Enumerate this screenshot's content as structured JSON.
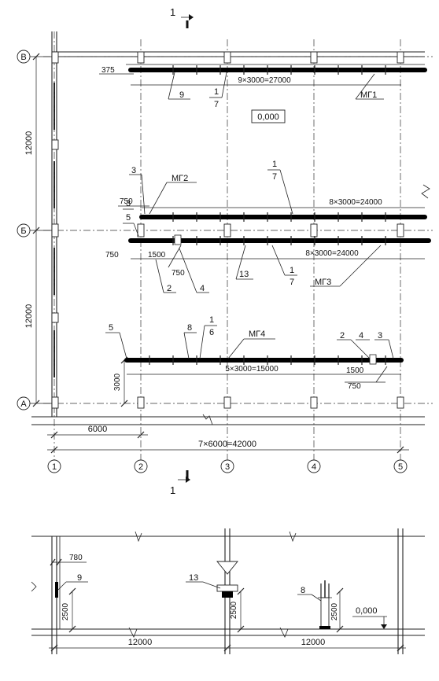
{
  "plan": {
    "grid_rows": [
      "В",
      "Б",
      "А"
    ],
    "grid_cols": [
      "1",
      "2",
      "3",
      "4",
      "5"
    ],
    "level_mark": "0,000",
    "section_mark": "1",
    "dims": {
      "top_offset": "375",
      "mg1_span": "9×3000=27000",
      "mg2_span": "8×3000=24000",
      "mg3_span": "8×3000=24000",
      "mg4_span": "5×3000=15000",
      "vert_upper": "12000",
      "vert_lower": "12000",
      "vert_3000": "3000",
      "col_6000": "6000",
      "total": "7×6000=42000",
      "d750_a": "750",
      "d750_b": "750",
      "d750_c": "750",
      "d750_d": "750",
      "d1500_a": "1500",
      "d1500_b": "1500"
    },
    "pipes": [
      "МГ1",
      "МГ2",
      "МГ3",
      "МГ4"
    ],
    "callouts": {
      "c9": "9",
      "c3a": "3",
      "c3b": "3",
      "c3c": "3",
      "c5a": "5",
      "c5b": "5",
      "c2a": "2",
      "c2b": "2",
      "c4a": "4",
      "c4b": "4",
      "c13": "13",
      "c8": "8"
    },
    "fractions": [
      {
        "num": "1",
        "den": "7"
      },
      {
        "num": "1",
        "den": "7"
      },
      {
        "num": "1",
        "den": "7"
      },
      {
        "num": "1",
        "den": "6"
      }
    ]
  },
  "section": {
    "dim_780": "780",
    "dim_2500_a": "2500",
    "dim_2500_b": "2500",
    "dim_2500_c": "2500",
    "dim_12000_a": "12000",
    "dim_12000_b": "12000",
    "callout_9": "9",
    "callout_13": "13",
    "callout_8": "8",
    "level_mark": "0,000"
  }
}
